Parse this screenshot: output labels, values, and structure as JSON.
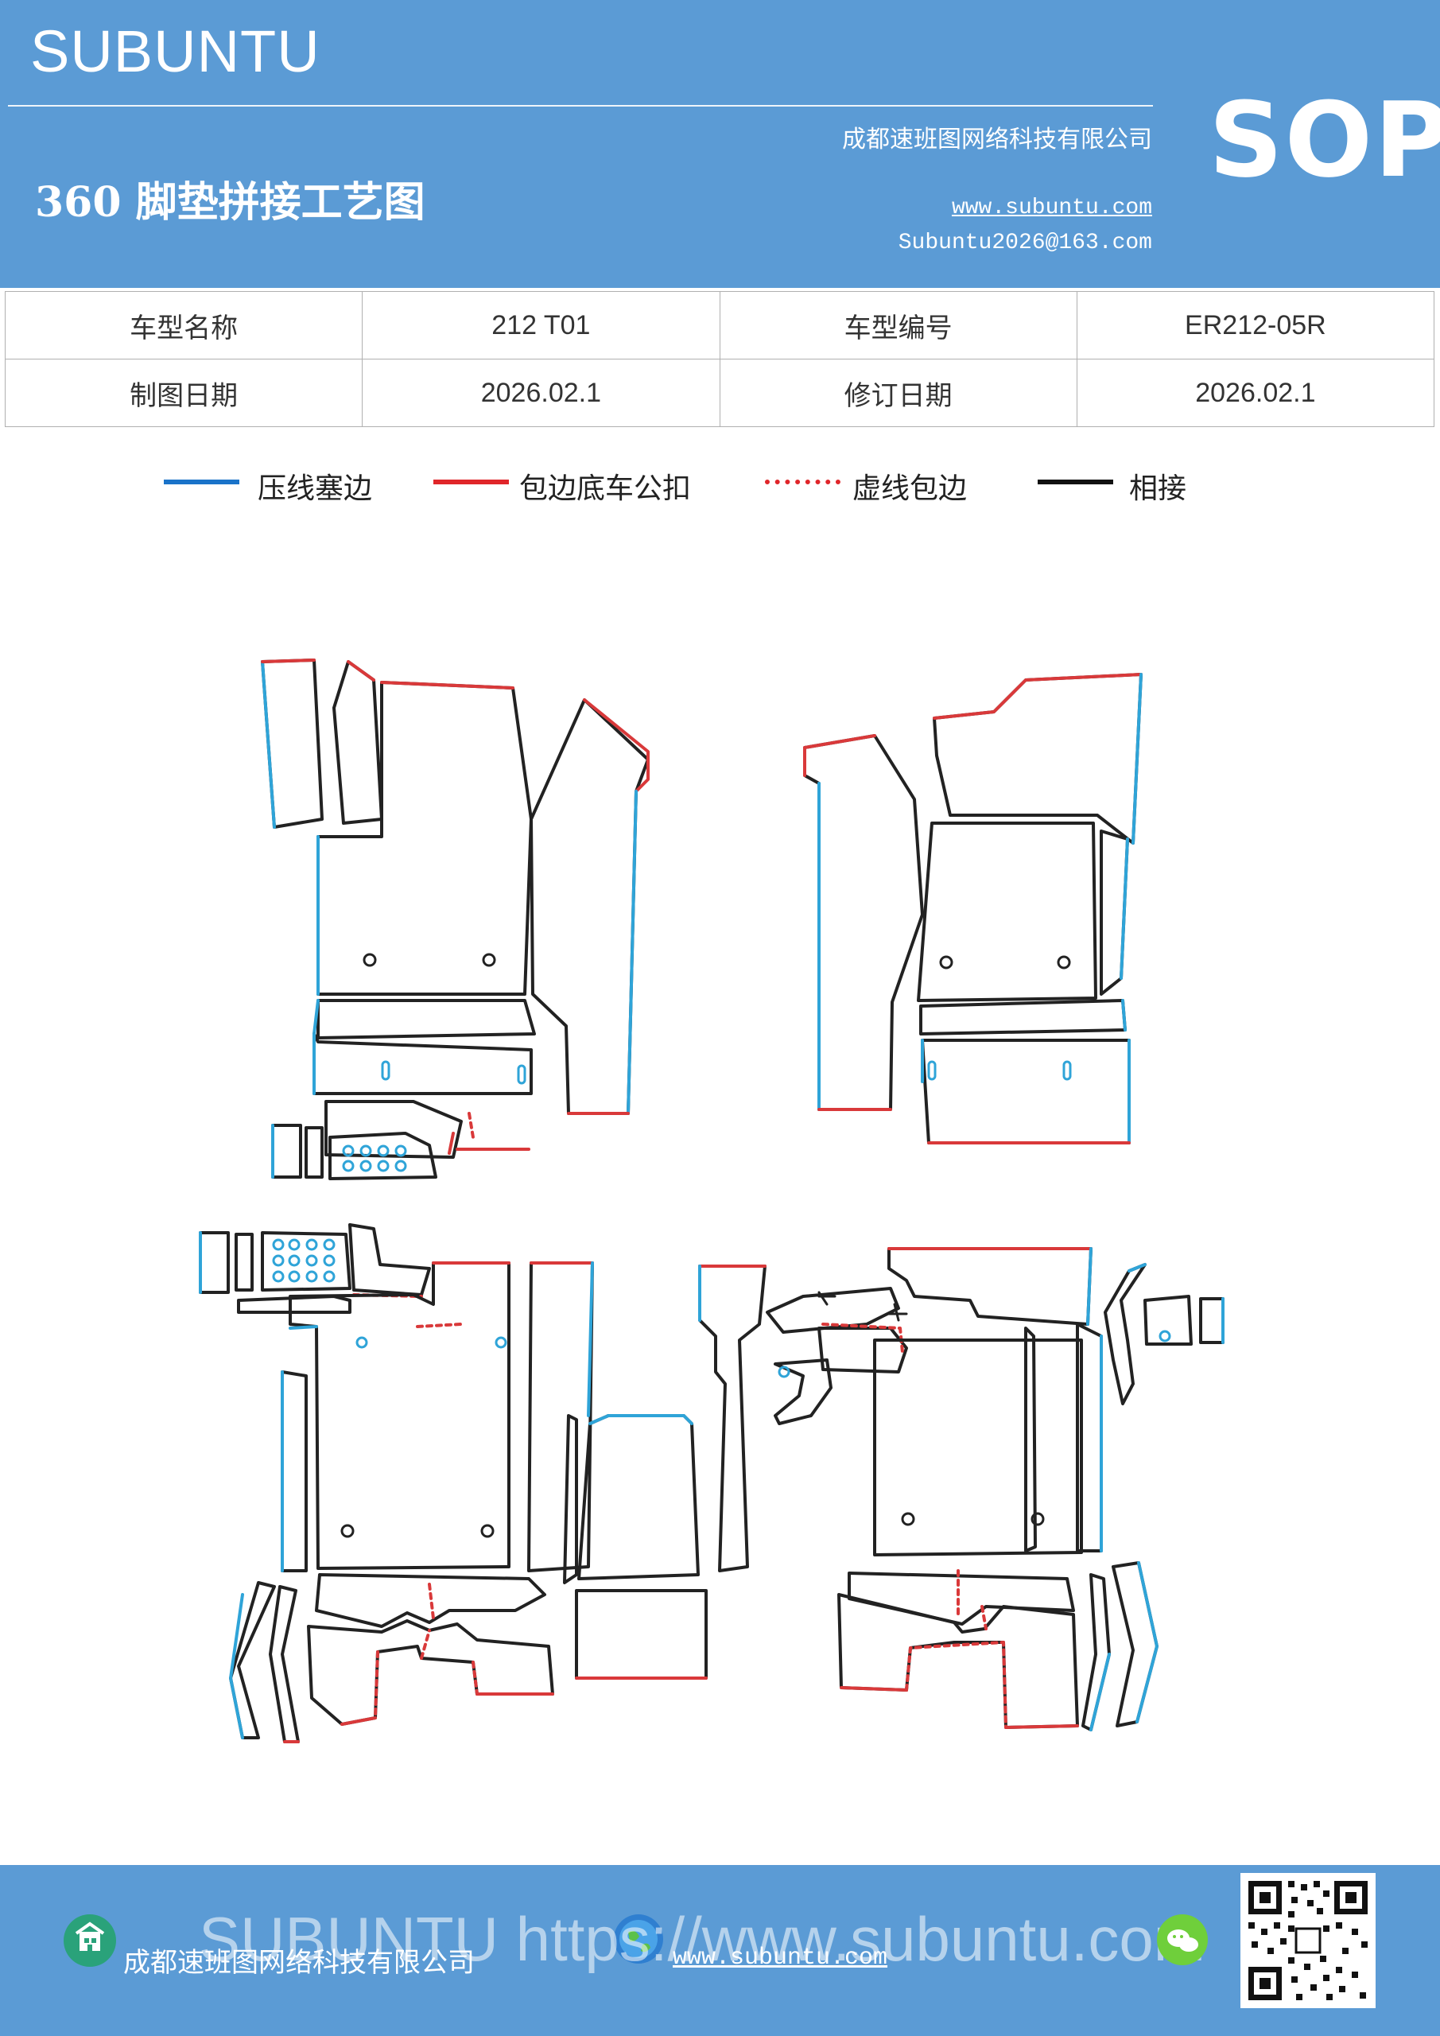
{
  "header": {
    "brand": "SUBUNTU",
    "doc_title": "360 脚垫拼接工艺图",
    "company": "成都速班图网络科技有限公司",
    "website": "www.subuntu.com",
    "email": "Subuntu2026@163.com",
    "sop": "SOP"
  },
  "info_table": {
    "rows": [
      [
        "车型名称",
        "212  T01",
        "车型编号",
        "ER212-05R"
      ],
      [
        "制图日期",
        "2026.02.1",
        "修订日期",
        "2026.02.1"
      ]
    ]
  },
  "legend": {
    "items": [
      {
        "label": "压线塞边",
        "color": "#1a73c9",
        "style": "solid"
      },
      {
        "label": "包边底车公扣",
        "color": "#e0262a",
        "style": "solid"
      },
      {
        "label": "虚线包边",
        "color": "#e0262a",
        "style": "dashed"
      },
      {
        "label": "相接",
        "color": "#111111",
        "style": "solid"
      }
    ]
  },
  "colors": {
    "header_bg": "#5b9bd5",
    "blue_edge": "#2fa4d8",
    "red_edge": "#d9393a",
    "black_edge": "#222222"
  },
  "footer": {
    "company": "成都速班图网络科技有限公司",
    "website": "www.subuntu.com",
    "watermark": "SUBUNTU https://www.subuntu.com",
    "icons": [
      "building-icon",
      "globe-icon",
      "wechat-icon",
      "qr-code"
    ]
  }
}
